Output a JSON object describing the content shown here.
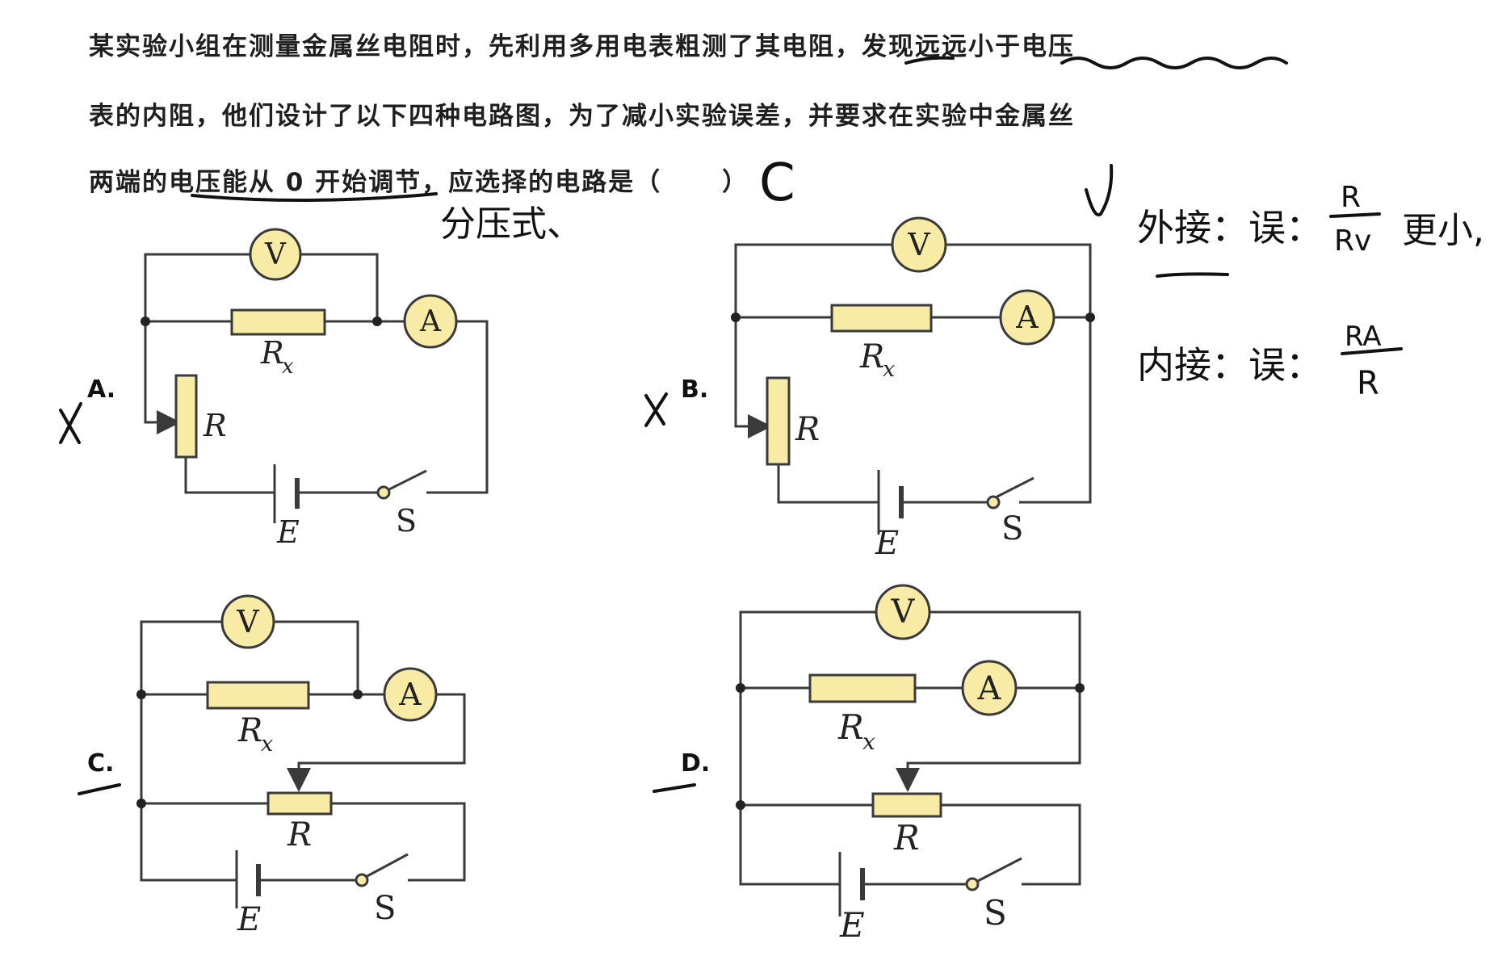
{
  "question": {
    "line1": "某实验小组在测量金属丝电阻时，先利用多用电表粗测了其电阻，发现远远小于电压",
    "line2": "表的内阻，他们设计了以下四种电路图，为了减小实验误差，并要求在实验中金属丝",
    "line3_before": "两端的电压能从 0 开始调节，应选择的电路是（",
    "line3_after": "）"
  },
  "options": [
    {
      "letter": "A.",
      "mark": "X"
    },
    {
      "letter": "B.",
      "mark": "X"
    },
    {
      "letter": "C.",
      "mark": "–"
    },
    {
      "letter": "D.",
      "mark": "–"
    }
  ],
  "circuit_labels": {
    "voltmeter": "V",
    "ammeter": "A",
    "resistor": "R",
    "resistor_sub": "x",
    "rheostat": "R",
    "battery": "E",
    "switch": "S"
  },
  "handwritten": {
    "answer": "C",
    "divider_note": "分压式、",
    "check": "√",
    "external": "外接：误：",
    "external_num": "R",
    "external_den": "Rv",
    "external_tail": "更小,",
    "internal": "内接：误：",
    "internal_num": "RA",
    "internal_den": "R"
  },
  "colors": {
    "component_fill": "#f8eba6",
    "component_stroke": "#3a3a3a",
    "wire": "#3a3a3a",
    "ink": "#111111"
  }
}
